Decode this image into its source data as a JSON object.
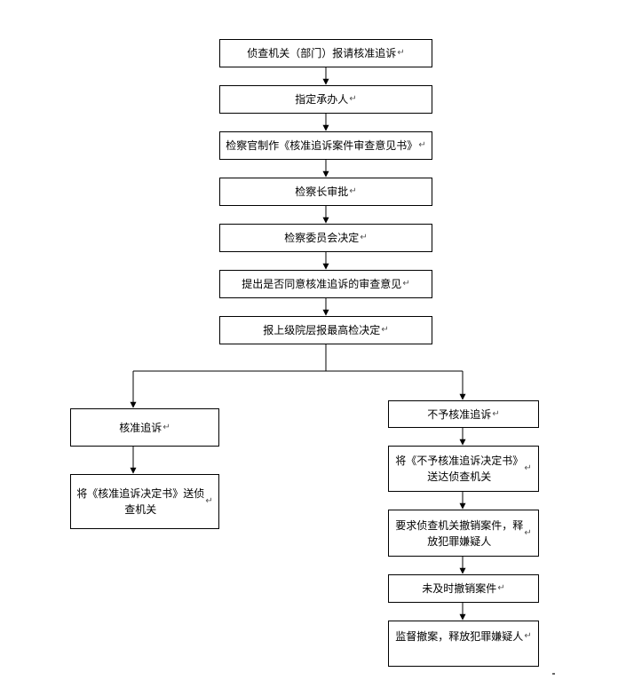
{
  "boxes": {
    "b1": "侦查机关（部门）报请核准追诉",
    "b2": "指定承办人",
    "b3": "检察官制作《核准追诉案件审查意见书》",
    "b4": "检察长审批",
    "b5": "检察委员会决定",
    "b6": "提出是否同意核准追诉的审查意见",
    "b7": "报上级院层报最高检决定",
    "l1": "核准追诉",
    "l2": "将《核准追诉决定书》送侦\n查机关",
    "r1": "不予核准追诉",
    "r2": "将《不予核准追诉决定书》\n送达侦查机关",
    "r3": "要求侦查机关撤销案件，释\n放犯罪嫌疑人",
    "r4": "未及时撤销案件",
    "r5": "监督撤案，释放犯罪嫌疑人"
  },
  "paragraph_mark": "↵"
}
